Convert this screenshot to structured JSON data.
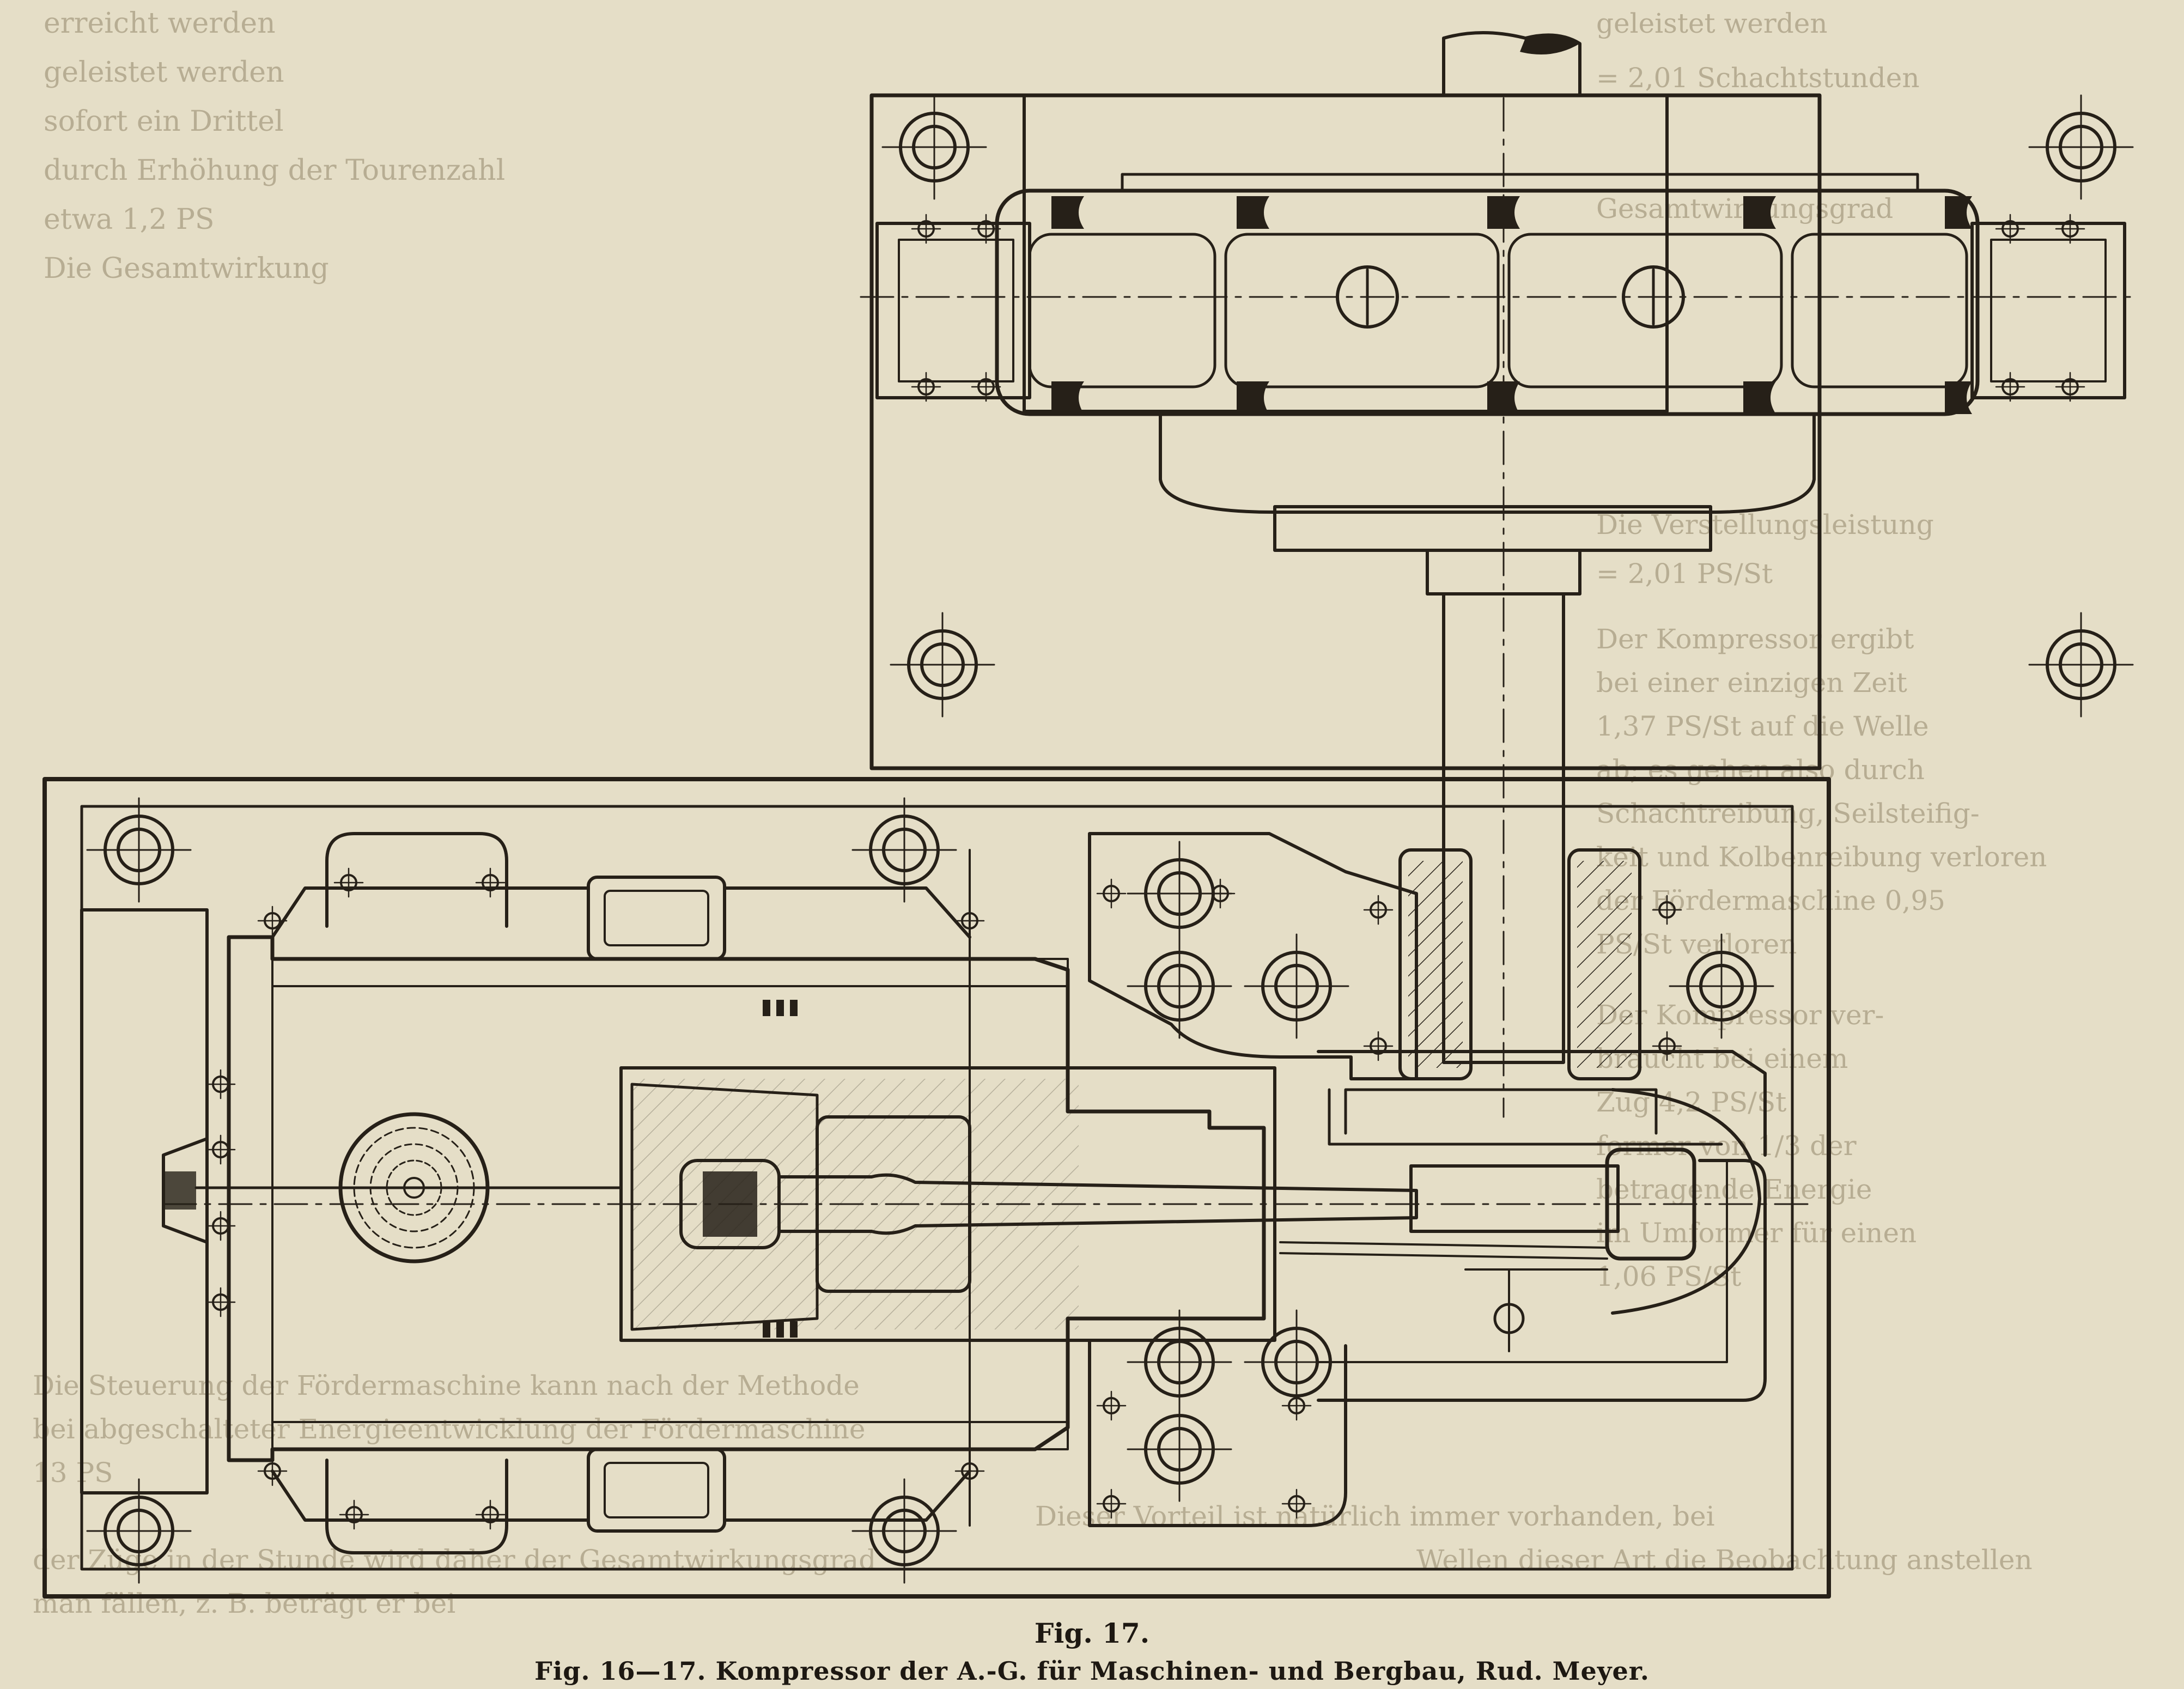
{
  "figure": {
    "label": "Fig. 17.",
    "caption": "Fig. 16—17. Kompressor der A.-G. für Maschinen- und Bergbau, Rud. Meyer."
  },
  "show_through_text": {
    "left_column": [
      "erreicht werden",
      "geleistet werden",
      "sofort ein Drittel",
      "durch Erhöhung der Tourenzahl",
      "etwa 1,2 PS",
      "Die Gesamtwirkung"
    ],
    "right_column": [
      "geleistet werden",
      "= 2,01 Schachtstunden",
      "Gesamtwirkungsgrad",
      "Die Verstellungsleistung",
      "= 2,01 PS/St",
      "Der Kompressor ergibt",
      "bei einer einzigen Zeit",
      "1,37 PS/St auf die Welle",
      "ab; es gehen also durch",
      "Schachtreibung, Seilsteifig-",
      "keit und Kolbenreibung verloren",
      "der Fördermaschine 0,95",
      "PS/St verloren",
      "Der Kompressor ver-",
      "braucht bei einem",
      "Zug 4,2 PS/St",
      "former von 1/3 der",
      "betragende Energie",
      "im Umformer für einen",
      "1,06 PS/St"
    ],
    "lower_block": [
      "Die Steuerung der Fördermaschine kann nach der Methode",
      "bei abgeschalteter Energieentwicklung der Fördermaschine",
      "13 PS",
      "Dieser Vorteil ist natürlich immer vorhanden, bei",
      "Wellen dieser Art die Beobachtung anstellen",
      "der Züge in der Stunde wird daher der Gesamtwirkungsgrad",
      "man fällen, z. B. beträgt er bei"
    ]
  },
  "colors": {
    "paper": "#e5dec7",
    "ink": "#262018",
    "ghost_text": "#b7ad93"
  }
}
